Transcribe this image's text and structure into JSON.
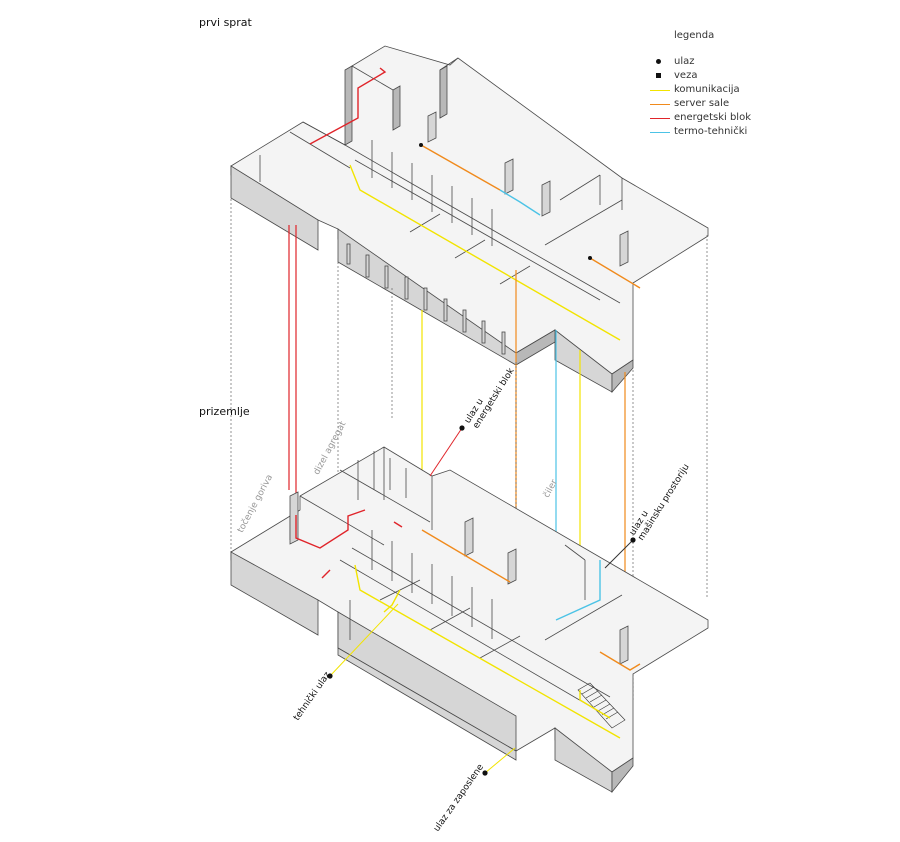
{
  "floors": {
    "upper": "prvi sprat",
    "lower": "prizemlje"
  },
  "legend": {
    "title": "legenda",
    "items": [
      {
        "label": "ulaz",
        "marker": "dot",
        "color": "#111111"
      },
      {
        "label": "veza",
        "marker": "square",
        "color": "#111111"
      },
      {
        "label": "komunikacija",
        "marker": "line",
        "color": "#f2e400"
      },
      {
        "label": "server sale",
        "marker": "line",
        "color": "#f08a1c"
      },
      {
        "label": "energetski blok",
        "marker": "line",
        "color": "#e0242a"
      },
      {
        "label": "termo-tehnički",
        "marker": "line",
        "color": "#4cc3e6"
      }
    ]
  },
  "annotations": {
    "entry_energy": "ulaz u\nenergetski blok",
    "diesel": "dizel agregat",
    "fuel": "točenje goriva",
    "cooler": "čiler",
    "entry_machine": "ulaz u\nmašinsku prostoriju",
    "tech_entry": "tehnički ulaz",
    "staff_entry": "ulaz za zaposlene"
  },
  "colors": {
    "wall_top": "#ffffff",
    "wall_side": "#d6d6d6",
    "wall_dark": "#b8b8b8",
    "outline": "#4a4a4a",
    "dashed": "#666666"
  }
}
